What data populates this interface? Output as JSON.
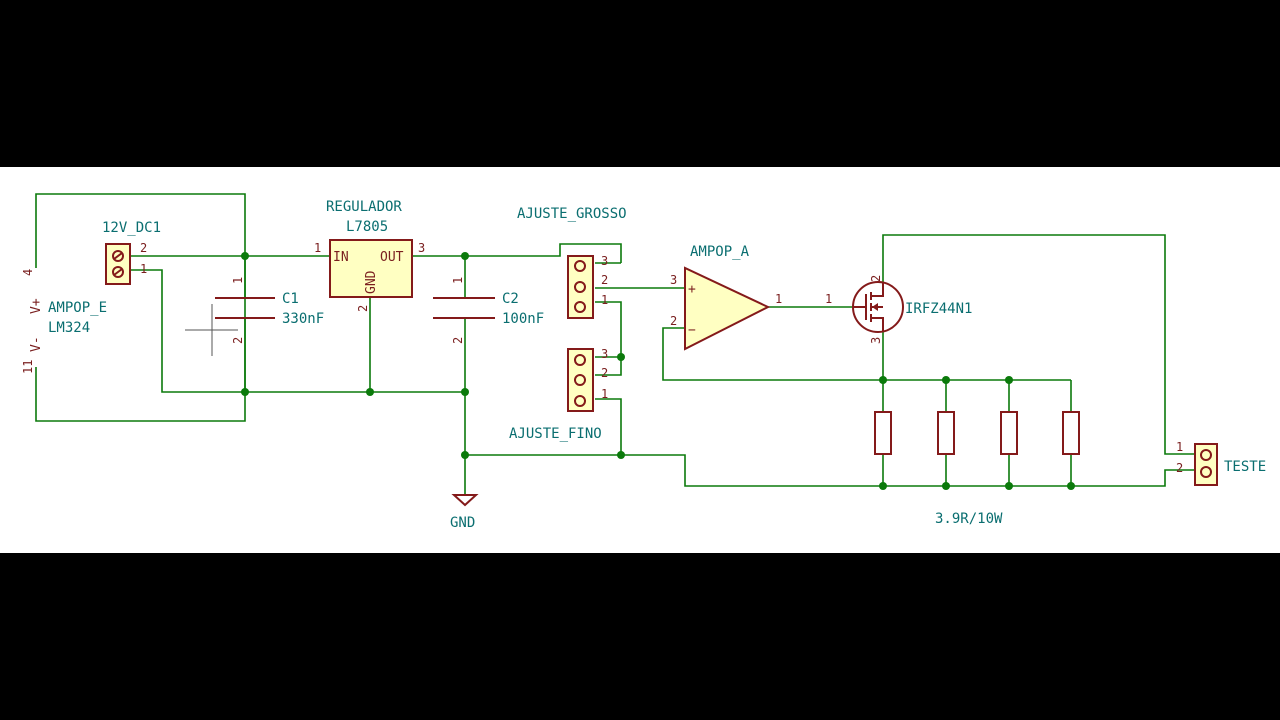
{
  "colors": {
    "wire": "#0b7a0b",
    "part": "#841a1a",
    "label": "#0a6e70",
    "body": "#ffffc2",
    "background": "#ffffff",
    "letterbox": "#000000"
  },
  "labels": {
    "dc_ref": "12V_DC1",
    "ampop_e_ref": "AMPOP_E",
    "ampop_e_val": "LM324",
    "vplus": "V+",
    "vminus": "V-",
    "pin4": "4",
    "pin11": "11",
    "reg_ref": "REGULADOR",
    "reg_val": "L7805",
    "reg_in": "IN",
    "reg_out": "OUT",
    "reg_gnd": "GND",
    "c1_ref": "C1",
    "c1_val": "330nF",
    "c2_ref": "C2",
    "c2_val": "100nF",
    "gnd": "GND",
    "ajuste_grosso": "AJUSTE_GROSSO",
    "ajuste_fino": "AJUSTE_FINO",
    "ampop_a": "AMPOP_A",
    "mosfet": "IRFZ44N1",
    "resistors": "3.9R/10W",
    "teste": "TESTE",
    "plus": "+",
    "minus": "−"
  },
  "pins": {
    "p1": "1",
    "p2": "2",
    "p3": "3"
  }
}
